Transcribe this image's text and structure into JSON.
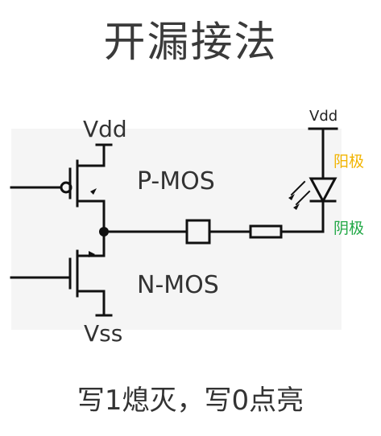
{
  "title": "开漏接法",
  "labels": {
    "vdd_left": "Vdd",
    "pmos": "P-MOS",
    "nmos": "N-MOS",
    "vss": "Vss",
    "vdd_right": "Vdd",
    "anode": "阳极",
    "cathode": "阴极"
  },
  "caption": "写1熄灭，写0点亮",
  "colors": {
    "anode": "#f2b400",
    "cathode": "#21a846",
    "wire": "#111111",
    "text": "#333333"
  }
}
